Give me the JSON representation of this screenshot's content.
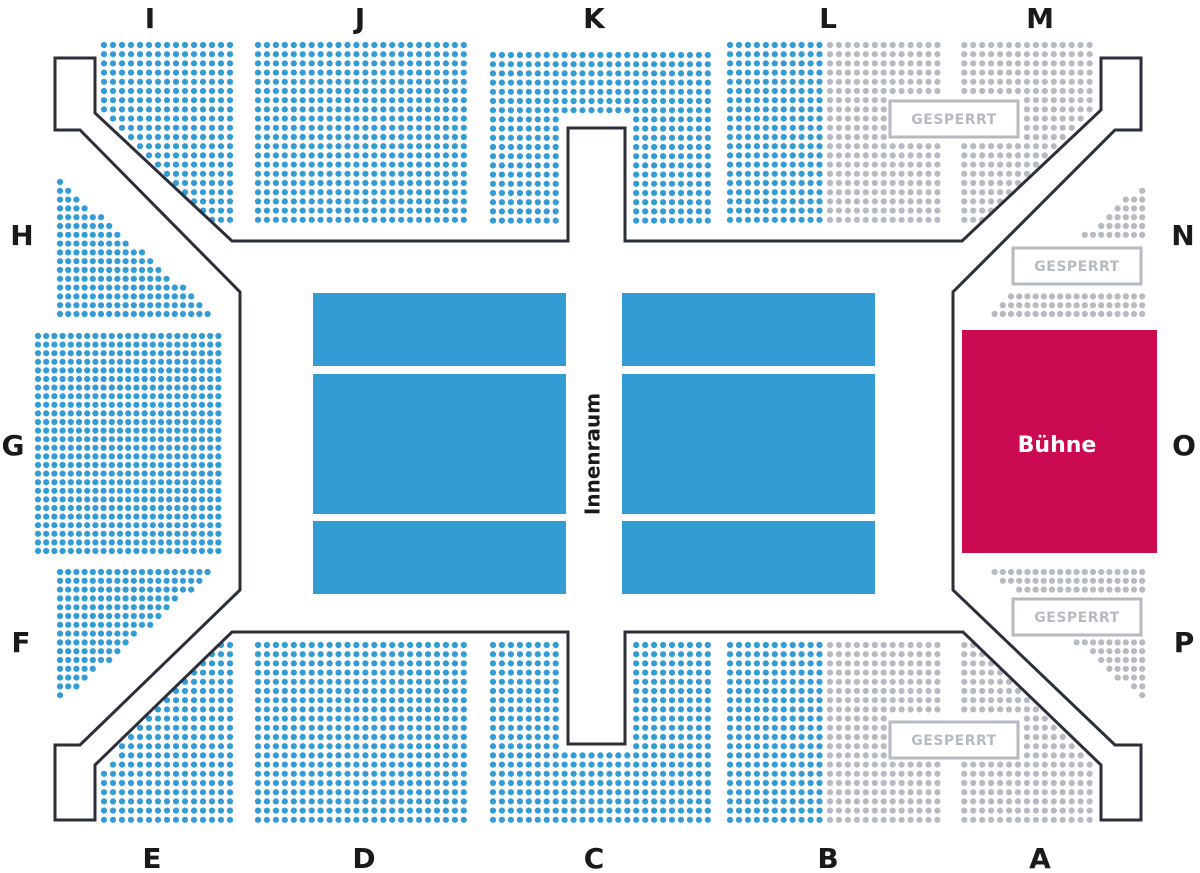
{
  "colors": {
    "available": "#349cd4",
    "blocked": "#b6bac2",
    "stage": "#cc0a52",
    "outline": "#2b2f3a",
    "text": "#1a1a1a"
  },
  "sections": {
    "A": "A",
    "B": "B",
    "C": "C",
    "D": "D",
    "E": "E",
    "F": "F",
    "G": "G",
    "H": "H",
    "I": "I",
    "J": "J",
    "K": "K",
    "L": "L",
    "M": "M",
    "N": "N",
    "O": "O",
    "P": "P"
  },
  "floor": {
    "label": "Innenraum"
  },
  "stage": {
    "label": "Bühne"
  },
  "blocked": {
    "label": "GESPERRT"
  }
}
